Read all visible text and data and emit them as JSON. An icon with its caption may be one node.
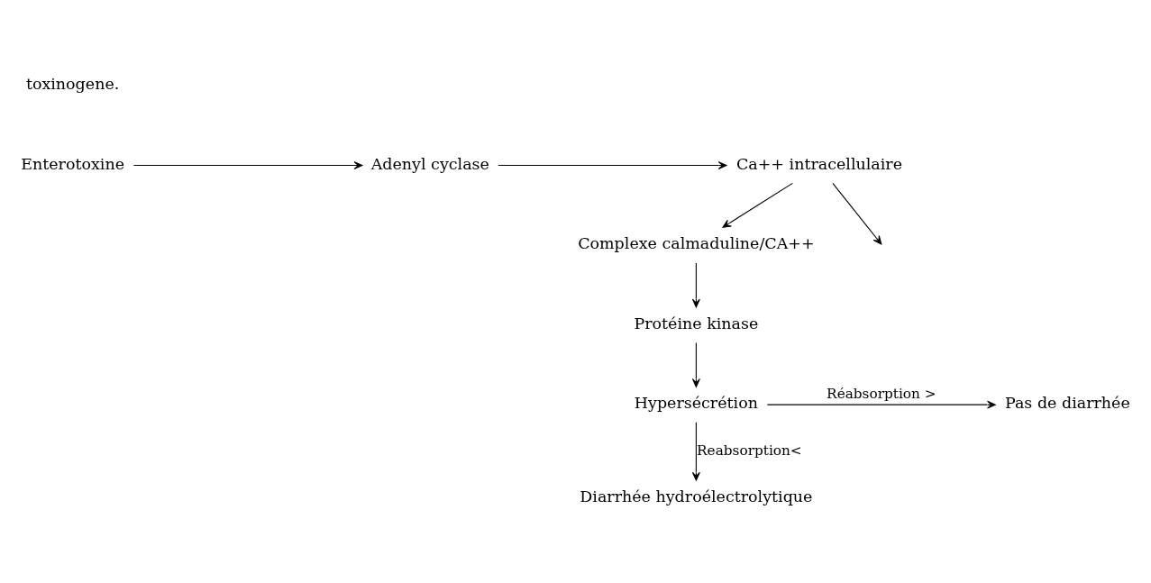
{
  "diagram": {
    "nodes": [
      {
        "text": [
          "Enterotoxine"
        ]
      },
      {
        "text": [
          "Adenyl cyclase"
        ]
      },
      {
        "text": [
          "Ca++ intracellulaire"
        ]
      },
      {
        "text": [
          "Complexe calmaduline/CA++"
        ]
      },
      {
        "text": [
          "Protéine kinase"
        ]
      },
      {
        "text": [
          "Hypersécrétion"
        ]
      },
      {
        "text": [
          "Pas de diarrhée"
        ]
      },
      {
        "text": [
          "Diarrhée hydroélectrolytique"
        ]
      }
    ],
    "edges": [
      {
        "from": 0,
        "to": 1,
        "arrow": "to"
      },
      {
        "from": 1,
        "to": 2,
        "arrow": "to"
      },
      {
        "from": 2,
        "to": null,
        "arrow": "to"
      },
      {
        "from": 2,
        "to": 3,
        "arrow": "to"
      },
      {
        "from": 3,
        "to": 4,
        "arrow": "to"
      },
      {
        "from": 4,
        "to": 5,
        "arrow": "to"
      },
      {
        "from": 5,
        "to": 6,
        "label": "Réabsorption >",
        "arrow": "to"
      },
      {
        "from": 5,
        "to": 7,
        "label": "Reabsorption<",
        "arrow": "to"
      }
    ],
    "labels": [
      "toxinogene."
    ]
  }
}
